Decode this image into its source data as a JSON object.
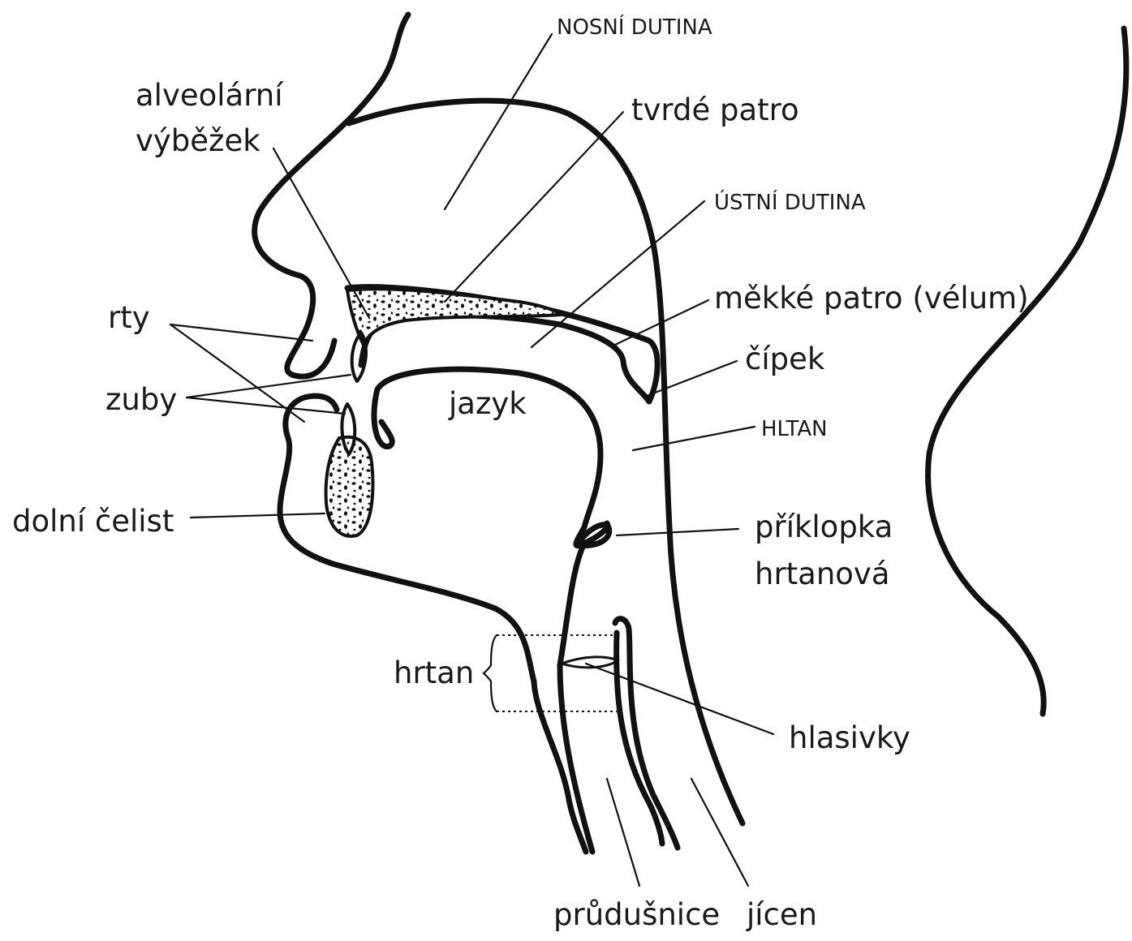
{
  "labels": {
    "nosni_dutina": "NOSNÍ DUTINA",
    "alveolarni_1": "alveolární",
    "alveolarni_2": "výběžek",
    "tvrde_patro": "tvrdé patro",
    "ustni_dutina": "ÚSTNÍ DUTINA",
    "mekke_patro": "měkké patro (vélum)",
    "rty": "rty",
    "cipek": "čípek",
    "zuby": "zuby",
    "jazyk": "jazyk",
    "hltan": "HLTAN",
    "dolni_celist": "dolní čelist",
    "priklopka_1": "příklopka",
    "priklopka_2": "hrtanová",
    "hrtan": "hrtan",
    "hlasivky": "hlasivky",
    "prudusnice": "průdušnice",
    "jicen": "jícen"
  },
  "colors": {
    "ink": "#111111",
    "background": "#ffffff"
  }
}
